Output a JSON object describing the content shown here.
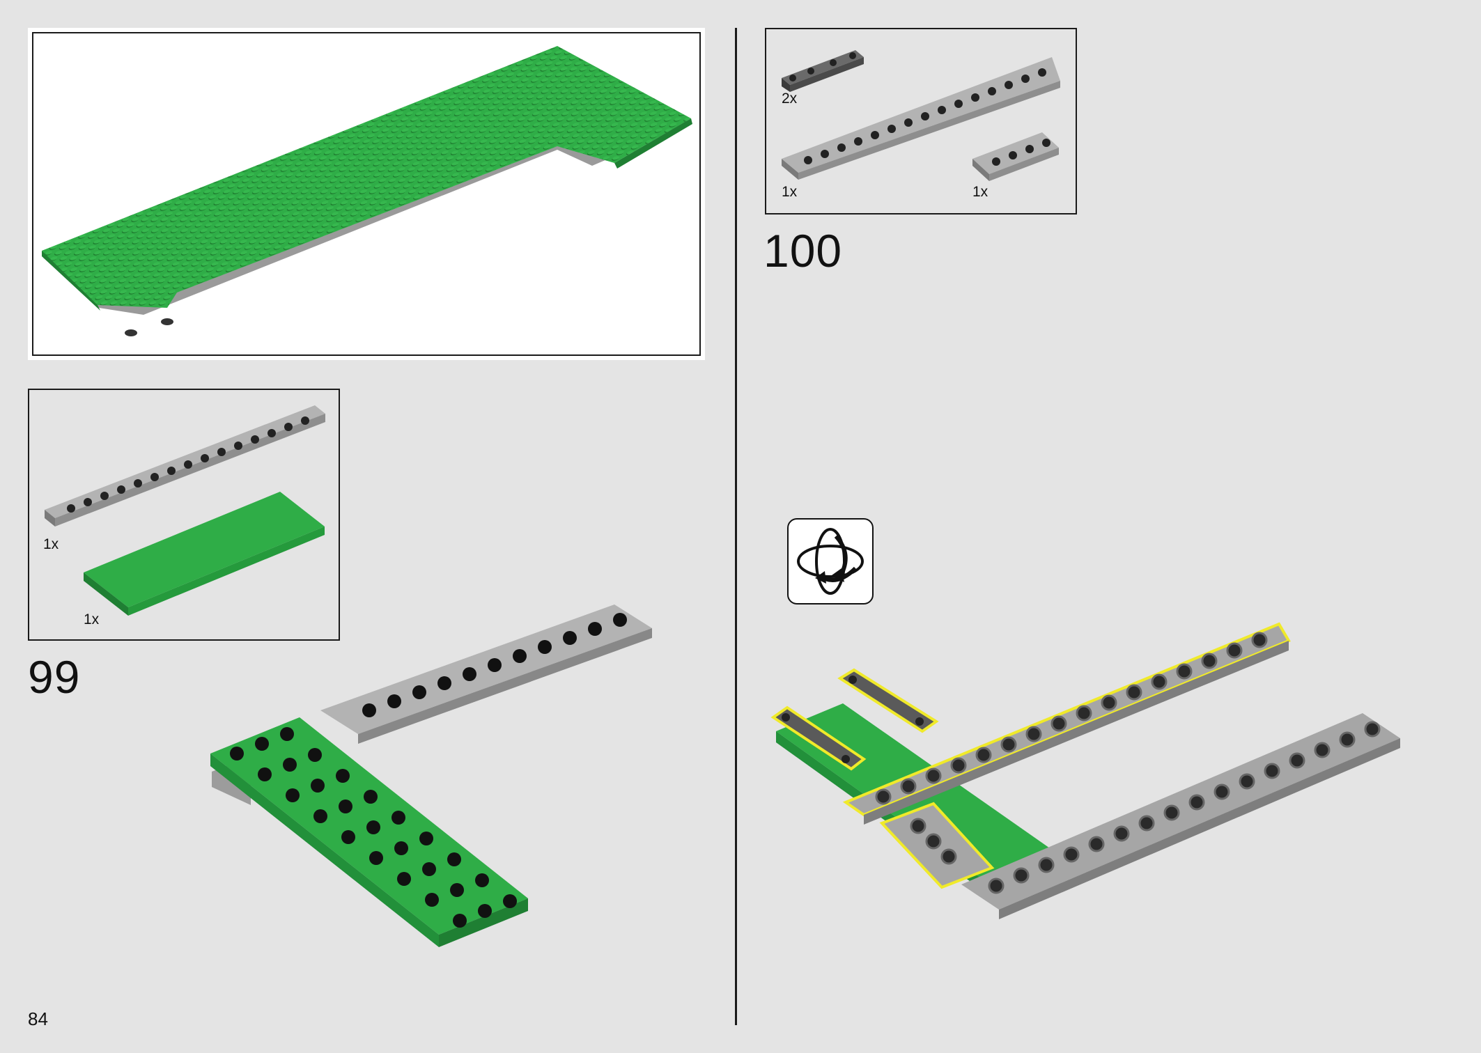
{
  "page": {
    "number": "84"
  },
  "colors": {
    "green": "#2fad47",
    "green_dark": "#1f7f33",
    "stud_dark": "#111111",
    "grey": "#a8a8a8",
    "grey_dark": "#5b5b5b",
    "highlight": "#f0ea2a",
    "background": "#e4e4e4"
  },
  "step99": {
    "number": "99",
    "parts": [
      {
        "name": "grey plate 2x16",
        "qty": "1x"
      },
      {
        "name": "green plate 4x10",
        "qty": "1x"
      }
    ]
  },
  "step100": {
    "number": "100",
    "parts": [
      {
        "name": "dark grey link 1x4",
        "qty": "2x"
      },
      {
        "name": "grey plate 2x16",
        "qty": "1x"
      },
      {
        "name": "grey plate 2x4",
        "qty": "1x"
      }
    ],
    "icon": "rotate-model-icon"
  }
}
